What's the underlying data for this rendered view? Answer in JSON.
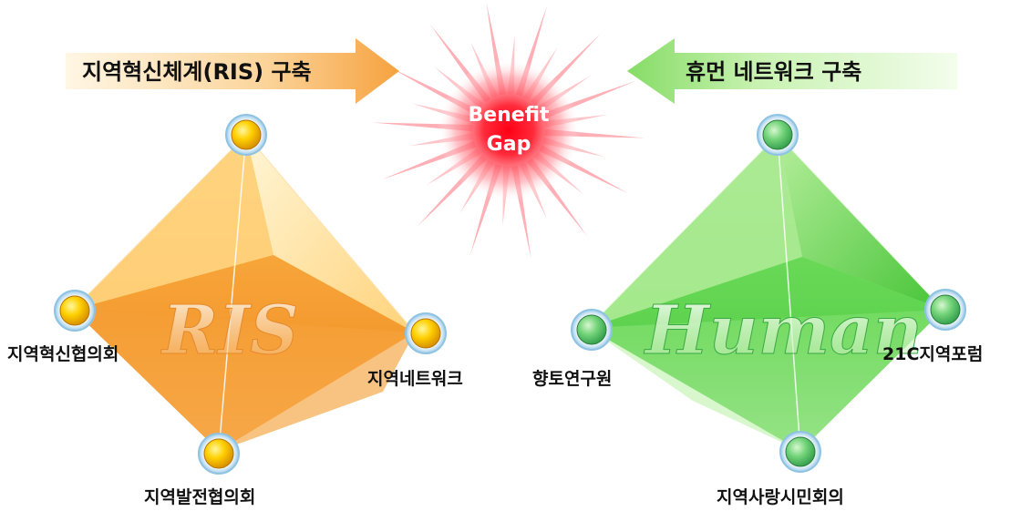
{
  "left_banner": {
    "label": "지역혁신체계(RIS) 구축"
  },
  "right_banner": {
    "label": "휴먼 네트워크 구축"
  },
  "burst": {
    "line1": "Benefit",
    "line2": "Gap"
  },
  "left_shape": {
    "watermark": "RIS",
    "nodes": {
      "left": "지역혁신협의회",
      "right": "지역네트워크",
      "bottom": "지역발전협의회"
    }
  },
  "right_shape": {
    "watermark": "Human",
    "nodes": {
      "left": "향토연구원",
      "right": "21C지역포럼",
      "bottom": "지역사랑시민회의"
    }
  },
  "colors": {
    "left_accent": "#f7a53a",
    "right_accent": "#5fd34d",
    "burst": "#ff1a2a"
  }
}
